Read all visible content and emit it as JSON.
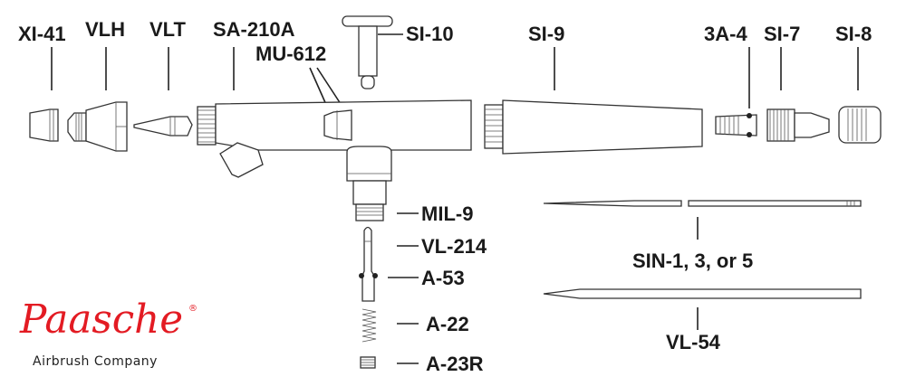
{
  "diagram": {
    "labels": {
      "xi41": "XI-41",
      "vlh": "VLH",
      "vlt": "VLT",
      "sa210a": "SA-210A",
      "mu612": "MU-612",
      "si10": "SI-10",
      "si9": "SI-9",
      "a3_4": "3A-4",
      "si7": "SI-7",
      "si8": "SI-8",
      "mil9": "MIL-9",
      "vl214": "VL-214",
      "a53": "A-53",
      "a22": "A-22",
      "a23r": "A-23R",
      "sin": "SIN-1, 3, or 5",
      "vl54": "VL-54"
    }
  },
  "logo": {
    "brand": "Paasche",
    "registered": "®",
    "tagline": "Airbrush Company",
    "color": "#e31b23"
  }
}
